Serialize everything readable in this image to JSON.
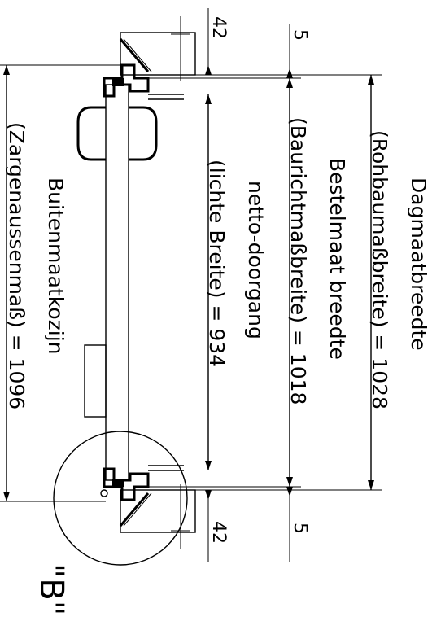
{
  "labels": {
    "dagmaat_title": "Dagmaatbreedte",
    "dagmaat_value": "(Rohbaumaßbreite) = 1028",
    "bestelmaat_title": "Bestelmaat breedte",
    "bestelmaat_value": "(Baurichtmaßbreite) = 1018",
    "netto_title": "netto-doorgang",
    "netto_value": "(lichte Breite) = 934",
    "buiten_title": "Buitenmaatkozijn",
    "buiten_value": "(Zargenaussenmaß) = 1096",
    "top_42": "42",
    "bottom_42": "42",
    "top_5": "5",
    "bottom_5": "5",
    "detail_mark": "\"B\""
  }
}
